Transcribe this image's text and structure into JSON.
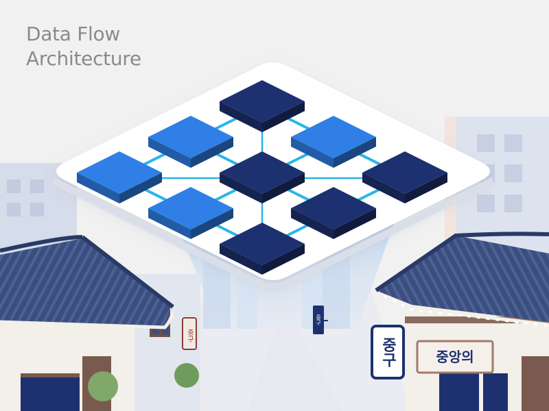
{
  "title": {
    "line1": "Data Flow",
    "line2": "Architecture"
  },
  "signs": {
    "left_vertical": "중구",
    "hanging": "중구",
    "right_vertical": "중구",
    "right_shop": "중앙의"
  },
  "nodes": [
    {
      "id": "n1",
      "row": 0,
      "col": 0,
      "tone": "dark"
    },
    {
      "id": "n2",
      "row": 0,
      "col": 1,
      "tone": "light"
    },
    {
      "id": "n3",
      "row": 0,
      "col": 2,
      "tone": "dark"
    },
    {
      "id": "n4",
      "row": 1,
      "col": 0,
      "tone": "light"
    },
    {
      "id": "n5",
      "row": 1,
      "col": 1,
      "tone": "dark"
    },
    {
      "id": "n6",
      "row": 1,
      "col": 2,
      "tone": "dark"
    },
    {
      "id": "n7",
      "row": 2,
      "col": 0,
      "tone": "light"
    },
    {
      "id": "n8",
      "row": 2,
      "col": 1,
      "tone": "light"
    },
    {
      "id": "n9",
      "row": 2,
      "col": 2,
      "tone": "dark"
    }
  ],
  "colors": {
    "background": "#f1f1f2",
    "title": "#8a8a8a",
    "node_dark": "#1d3170",
    "node_light": "#2f7fe6",
    "connector": "#27b6e8",
    "platform": "#ffffff",
    "roof": "#3b4e7e",
    "wall": "#f3efe9",
    "glass": "#bcd3ee"
  }
}
